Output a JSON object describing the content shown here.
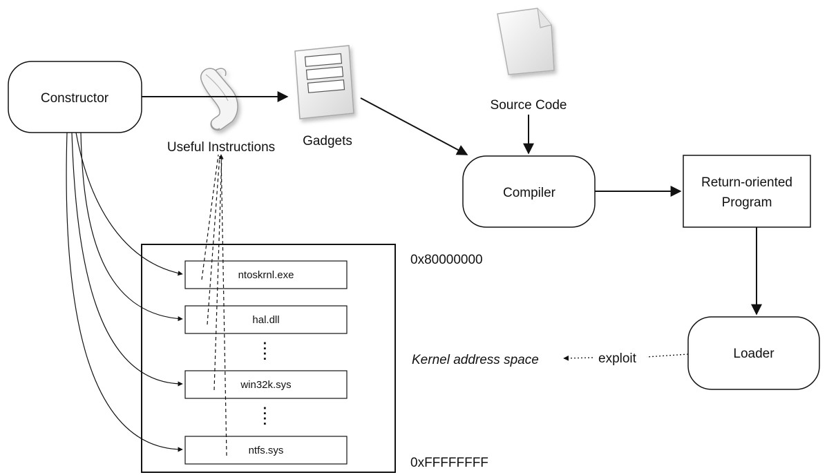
{
  "nodes": {
    "constructor": "Constructor",
    "compiler": "Compiler",
    "rop_line1": "Return-oriented",
    "rop_line2": "Program",
    "loader": "Loader"
  },
  "labels": {
    "useful_instructions": "Useful Instructions",
    "gadgets": "Gadgets",
    "source_code": "Source Code",
    "exploit": "exploit",
    "kernel_space": "Kernel address space",
    "addr_start": "0x80000000",
    "addr_end": "0xFFFFFFFF"
  },
  "modules": [
    "ntoskrnl.exe",
    "hal.dll",
    "win32k.sys",
    "ntfs.sys"
  ],
  "ellipsis": ":",
  "colors": {
    "line": "#111111",
    "doc_fill": "#f2f2f2",
    "doc_shade": "#bdbdbd"
  },
  "icons": {
    "scroll": "scroll-icon",
    "gadgets": "gadget-document-icon",
    "source": "source-file-icon"
  }
}
